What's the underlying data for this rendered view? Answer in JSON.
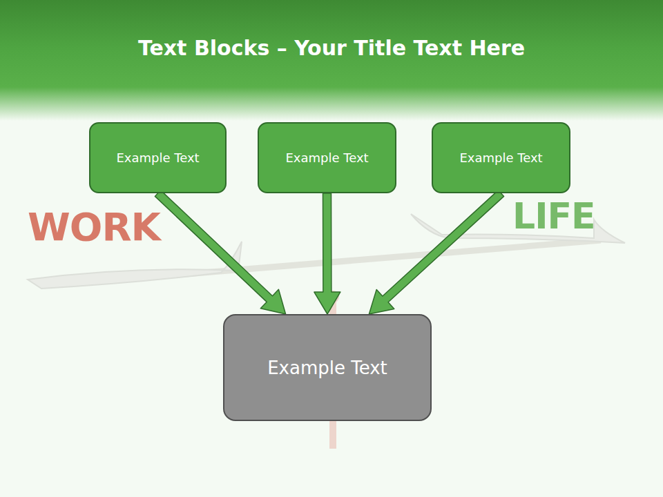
{
  "diagram": {
    "title": "Text Blocks – Your Title Text Here",
    "nodes": [
      {
        "text": [
          "Example Text"
        ]
      },
      {
        "text": [
          "Example Text"
        ]
      },
      {
        "text": [
          "Example Text"
        ]
      },
      {
        "text": [
          "Example Text"
        ]
      }
    ],
    "edges": [
      {
        "from": 0,
        "to": 3,
        "arrow": "to"
      },
      {
        "from": 1,
        "to": 3,
        "arrow": "to"
      },
      {
        "from": 2,
        "to": 3,
        "arrow": "to"
      }
    ],
    "labels": [
      "WORK",
      "LIFE"
    ]
  }
}
